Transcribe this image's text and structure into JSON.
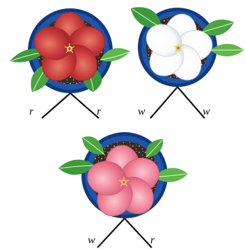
{
  "colors": {
    "pot_rim": "#1f55a8",
    "pot_rim_dark": "#0f3a80",
    "soil": "#3a2a22",
    "soil_speck": "#d8d2c8",
    "leaf": "#3d9a3a",
    "leaf_light": "#8bd06a",
    "leaf_vein": "#e6f3d8",
    "line": "#111111"
  },
  "plants": [
    {
      "id": "red",
      "flower_color": "#c83a3a",
      "flower_light": "#e46a5a",
      "flower_dark": "#9e2428",
      "center_color": "#f0c96a",
      "alleles": [
        "r",
        "r"
      ]
    },
    {
      "id": "white",
      "flower_color": "#ffffff",
      "flower_light": "#ffffff",
      "flower_dark": "#d9dde6",
      "center_color": "#e0c040",
      "alleles": [
        "w",
        "w"
      ]
    },
    {
      "id": "pink",
      "flower_color": "#ef7f96",
      "flower_light": "#f7a9b8",
      "flower_dark": "#d45a76",
      "center_color": "#f0c96a",
      "alleles": [
        "w",
        "r"
      ]
    }
  ]
}
